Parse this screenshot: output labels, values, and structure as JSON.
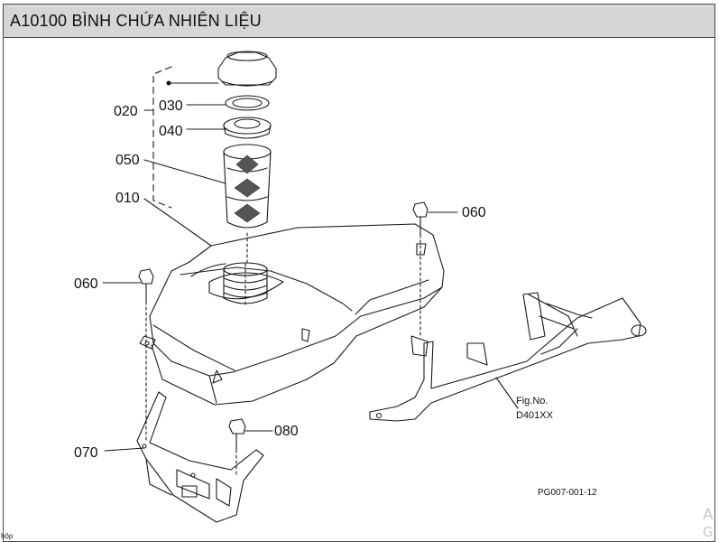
{
  "header": {
    "title": "A10100 BÌNH CHỨA NHIÊN LIỆU"
  },
  "callouts": {
    "c020": "020",
    "c030": "030",
    "c040": "040",
    "c050": "050",
    "c010": "010",
    "c060_right": "060",
    "c060_left": "060",
    "c070": "070",
    "c080": "080"
  },
  "fig_ref": {
    "line1": "Fig.No.",
    "line2": "D401XX"
  },
  "drawing_code": "PG007-001-12",
  "watermark": {
    "line1": "A",
    "line2": "G"
  },
  "footer_cut": "hộp"
}
